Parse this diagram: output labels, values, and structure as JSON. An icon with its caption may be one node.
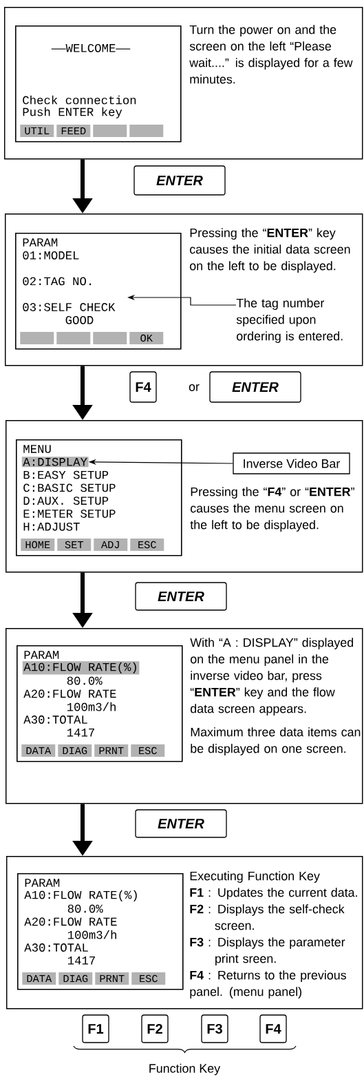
{
  "diagram": {
    "nodes": [
      {
        "text": [
          "Turn the power on and the screen on the left “Please wait....” is displayed for a few minutes."
        ]
      },
      {
        "text": [
          "——WELCOME——",
          "Check connection",
          "Push ENTER key"
        ],
        "in": 0
      },
      {
        "text": [
          "UTIL"
        ],
        "in": 1
      },
      {
        "text": [
          "FEED"
        ],
        "in": 1
      },
      {
        "text": [],
        "shape": "bar",
        "in": 1
      },
      {
        "text": [],
        "shape": "bar",
        "in": 1
      },
      {
        "text": [
          "ENTER"
        ]
      },
      {
        "text": [
          "Pressing the “**ENTER**” key causes the initial data screen on the left to be displayed."
        ]
      },
      {
        "text": [
          "PARAM",
          "01:MODEL",
          "02:TAG NO.",
          "03:SELF CHECK",
          "GOOD"
        ],
        "in": 7
      },
      {
        "text": [],
        "shape": "bar",
        "in": 8
      },
      {
        "text": [],
        "shape": "bar",
        "in": 8
      },
      {
        "text": [],
        "shape": "bar",
        "in": 8
      },
      {
        "text": [
          "OK"
        ],
        "in": 8
      },
      {
        "text": [
          "The tag number specified upon ordering is entered."
        ],
        "in": 7
      },
      {
        "text": [
          "F4"
        ]
      },
      {
        "text": [
          "ENTER"
        ]
      },
      {
        "text": [
          "Pressing the “**F4**” or “**ENTER**” causes the menu screen on the left to be displayed."
        ]
      },
      {
        "text": [
          "MENU",
          "B:EASY SETUP",
          "C:BASIC SETUP",
          "D:AUX. SETUP",
          "E:METER SETUP",
          "H:ADJUST"
        ],
        "in": 16
      },
      {
        "text": [
          "A:DISPLAY"
        ],
        "in": 17
      },
      {
        "text": [
          "HOME"
        ],
        "in": 17
      },
      {
        "text": [
          "SET"
        ],
        "in": 17
      },
      {
        "text": [
          "ADJ"
        ],
        "in": 17
      },
      {
        "text": [
          "ESC"
        ],
        "in": 17
      },
      {
        "text": [
          "Inverse Video Bar"
        ],
        "in": 16
      },
      {
        "text": [
          "ENTER"
        ]
      },
      {
        "text": [
          "With “A : DISPLAY” displayed on the menu panel in the inverse video bar, press “**ENTER**” key and the flow data screen appears.",
          "Maximum three data items can be displayed on one screen."
        ]
      },
      {
        "text": [
          "PARAM",
          "80.0%",
          "A20:FLOW RATE",
          "100m3/h",
          "A30:TOTAL",
          "1417"
        ],
        "in": 25
      },
      {
        "text": [
          "A10:FLOW RATE(%)"
        ],
        "in": 26
      },
      {
        "text": [
          "DATA"
        ],
        "in": 26
      },
      {
        "text": [
          "DIAG"
        ],
        "in": 26
      },
      {
        "text": [
          "PRNT"
        ],
        "in": 26
      },
      {
        "text": [
          "ESC"
        ],
        "in": 26
      },
      {
        "text": [
          "ENTER"
        ]
      },
      {
        "text": [
          "Executing Function Key",
          "**F1** : Updates the current data.",
          "**F2** : Displays the self-check screen.",
          "**F3** : Displays the parameter print sreen.",
          "**F4** : Returns to the previous panel. (menu panel)"
        ]
      },
      {
        "text": [
          "PARAM",
          "A10:FLOW RATE(%)",
          "80.0%",
          "A20:FLOW RATE",
          "100m3/h",
          "A30:TOTAL",
          "1417"
        ],
        "in": 33
      },
      {
        "text": [
          "DATA"
        ],
        "in": 34
      },
      {
        "text": [
          "DIAG"
        ],
        "in": 34
      },
      {
        "text": [
          "PRNT"
        ],
        "in": 34
      },
      {
        "text": [
          "ESC"
        ],
        "in": 34
      },
      {
        "text": [
          "F1"
        ]
      },
      {
        "text": [
          "F2"
        ]
      },
      {
        "text": [
          "F3"
        ]
      },
      {
        "text": [
          "F4"
        ]
      }
    ],
    "edges": [
      {
        "from": 0,
        "to": 7,
        "arrow": "to"
      },
      {
        "from": 7,
        "to": 16,
        "arrow": "to"
      },
      {
        "from": 16,
        "to": 25,
        "arrow": "to"
      },
      {
        "from": 25,
        "to": 33,
        "arrow": "to"
      },
      {
        "from": 13,
        "to": null,
        "arrow": "to"
      },
      {
        "from": 23,
        "to": 18,
        "arrow": "to"
      }
    ],
    "labels": [
      "or",
      "Function Key"
    ]
  }
}
